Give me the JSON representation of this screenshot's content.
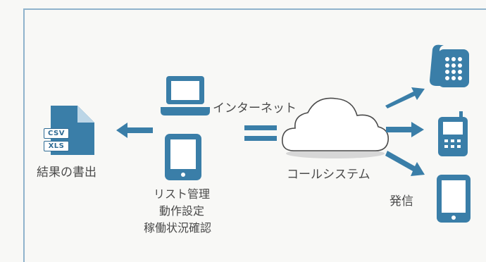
{
  "colors": {
    "accent": "#3a7ea8",
    "frame": "#8fb3cc",
    "text": "#4a4a4a"
  },
  "export": {
    "formats": [
      "CSV",
      "XLS"
    ],
    "label": "結果の書出"
  },
  "client": {
    "lines": [
      "リスト管理",
      "動作設定",
      "稼働状況確認"
    ]
  },
  "network": {
    "label": "インターネット"
  },
  "cloud": {
    "label": "コールシステム"
  },
  "devices": {
    "label": "発信",
    "icons": [
      "desk-phone",
      "feature-phone",
      "smartphone"
    ]
  }
}
